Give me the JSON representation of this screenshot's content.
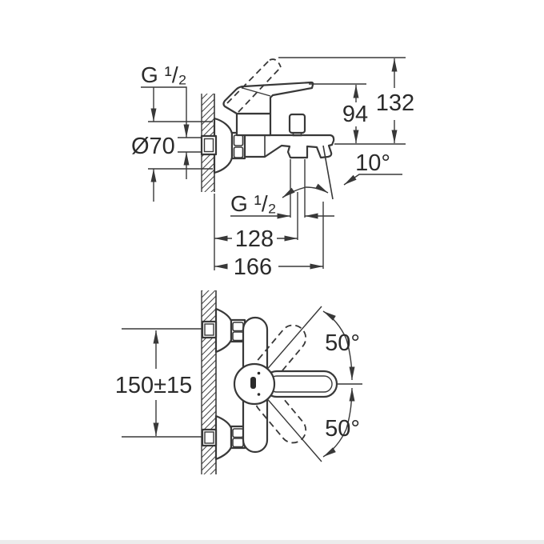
{
  "drawing": {
    "colors": {
      "line": "#383838",
      "background": "#ffffff"
    },
    "side_view": {
      "thread_label_top": "G ¹/₂",
      "escutcheon_diameter": "Ø70",
      "height_to_lever": "94",
      "height_to_lever_raised": "132",
      "spout_angle": "10°",
      "thread_label_outlet": "G ¹/₂",
      "depth_to_outlet": "128",
      "depth_to_spout": "166"
    },
    "front_view": {
      "connection_distance": "150±15",
      "swivel_angle_upper": "50°",
      "swivel_angle_lower": "50°"
    }
  }
}
